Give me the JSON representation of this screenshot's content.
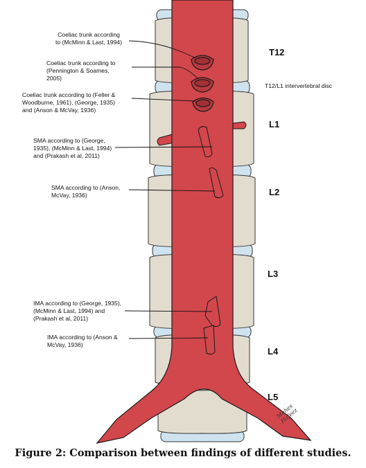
{
  "labels": [
    {
      "id": "coeliac-mcminn",
      "lines": [
        "Coeliac trunk according",
        "to (McMinn & Last, 1994)"
      ]
    },
    {
      "id": "coeliac-pennington",
      "lines": [
        "Coeliac trunk according to",
        "(Pennington & Soames,",
        "2005)"
      ]
    },
    {
      "id": "coeliac-feller",
      "lines": [
        "Coeliac trunk according to (Feller &",
        "Woodburne, 1961), (George, 1935)",
        "and (Anson & McVay, 1936)"
      ]
    },
    {
      "id": "sma-george",
      "lines": [
        "SMA according to (George,",
        "1935), (McMinn & Last, 1994)",
        "and (Prakash et al, 2011)"
      ]
    },
    {
      "id": "sma-anson",
      "lines": [
        "SMA according to (Anson,",
        "McVay, 1936)"
      ]
    },
    {
      "id": "ima-george",
      "lines": [
        "IMA according to (George, 1935),",
        "(McMinn & Last, 1994) and",
        "(Prakash et al, 2011)"
      ]
    },
    {
      "id": "ima-anson",
      "lines": [
        "IMA according to (Anson &",
        "McVay, 1936)"
      ]
    }
  ],
  "levels": {
    "t12": "T12",
    "l1": "L1",
    "l2": "L2",
    "l3": "L3",
    "l4": "L4",
    "l5": "L5"
  },
  "disc_label": "T12/L1 intervertebral disc",
  "signature": [
    "Mahes",
    "Hafeez"
  ],
  "caption": "Figure 2: Comparison between findings of different studies.",
  "colors": {
    "aorta": "#d2474c",
    "aorta_stroke": "#1a1a1a",
    "vertebra": "#e2dccf",
    "disc": "#cfe3ef"
  }
}
